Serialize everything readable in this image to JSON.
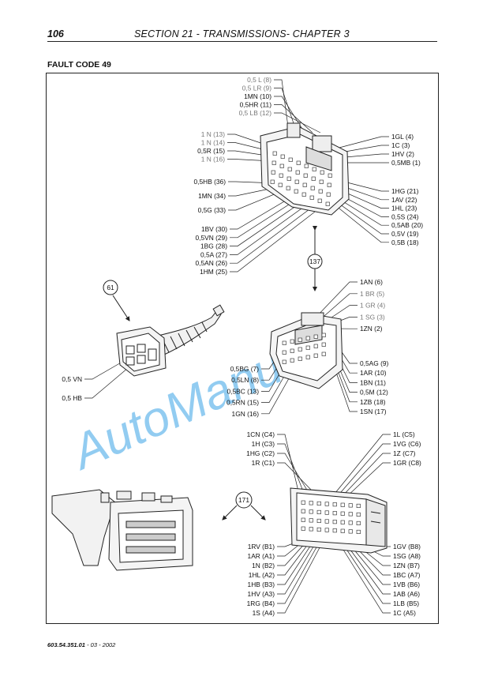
{
  "header": {
    "page_number": "106",
    "section_title": "SECTION 21 - TRANSMISSIONS- CHAPTER 3"
  },
  "heading": "FAULT CODE 49",
  "footer": {
    "code": "603.54.351.01",
    "date": "- 03 - 2002"
  },
  "watermark": "AutoManual",
  "callouts": {
    "c137": "137",
    "c61": "61",
    "c171": "171"
  },
  "colors": {
    "line": "#222222",
    "watermark": "#3aa3e6",
    "label_faded": "#777777"
  },
  "connector1": {
    "top_left": [
      "0,5 L (8)",
      "0,5 LR (9)",
      "1MN (10)",
      "0,5HR (11)",
      "0,5 LB (12)"
    ],
    "left_upper": [
      "1 N (13)",
      "1 N (14)",
      "0,5R (15)",
      "1 N (16)"
    ],
    "left_mid": [
      "0,5HB (36)",
      "1MN (34)",
      "0,5G (33)"
    ],
    "left_lower": [
      "1BV (30)",
      "0,5VN (29)",
      "1BG (28)",
      "0,5A (27)",
      "0,5AN (26)",
      "1HM (25)"
    ],
    "right_upper": [
      "1GL (4)",
      "1C (3)",
      "1HV (2)",
      "0,5MB (1)"
    ],
    "right_lower": [
      "1HG (21)",
      "1AV (22)",
      "1HL (23)",
      "0,5S (24)",
      "0,5AB (20)",
      "0,5V (19)",
      "0,5B (18)"
    ]
  },
  "connector2": {
    "top_right": [
      "1AN (6)",
      "1 BR (5)",
      "1 GR (4)",
      "1 SG (3)",
      "1ZN (2)"
    ],
    "left": [
      "0,5BG (7)",
      "0,5LN (8)",
      "0,5BC (13)",
      "0,5RN (15)",
      "1GN (16)"
    ],
    "right": [
      "0,5AG (9)",
      "1AR (10)",
      "1BN (11)",
      "0,5M (12)",
      "1ZB (18)",
      "1SN (17)"
    ]
  },
  "plug": {
    "labels": [
      "0,5 VN",
      "0,5 HB"
    ]
  },
  "connector3": {
    "top_left": [
      "1CN (C4)",
      "1H (C3)",
      "1HG (C2)",
      "1R (C1)"
    ],
    "top_right": [
      "1L (C5)",
      "1VG (C6)",
      "1Z (C7)",
      "1GR (C8)"
    ],
    "bottom_left": [
      "1RV (B1)",
      "1AR (A1)",
      "1N (B2)",
      "1HL (A2)",
      "1HB (B3)",
      "1HV (A3)",
      "1RG (B4)",
      "1S (A4)"
    ],
    "bottom_right": [
      "1GV (B8)",
      "1SG (A8)",
      "1ZN (B7)",
      "1BC (A7)",
      "1VB (B6)",
      "1AB (A6)",
      "1LB (B5)",
      "1C (A5)"
    ]
  }
}
